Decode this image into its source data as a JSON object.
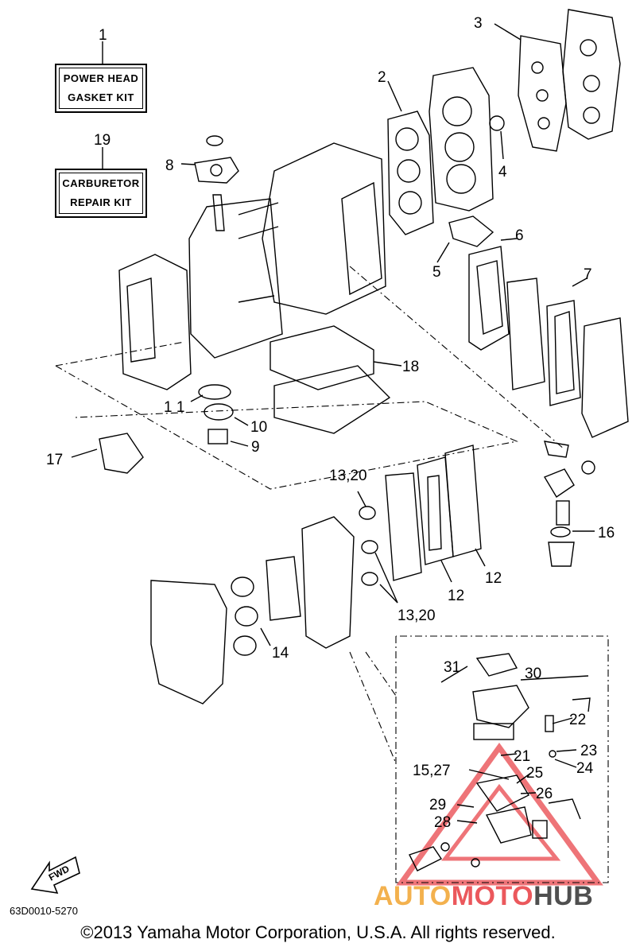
{
  "kits": {
    "power_head": {
      "number": "1",
      "line1": "POWER HEAD",
      "line2": "GASKET KIT"
    },
    "carburetor": {
      "number": "19",
      "line1": "CARBURETOR",
      "line2": "REPAIR KIT"
    }
  },
  "callouts": {
    "c2": "2",
    "c3": "3",
    "c4": "4",
    "c5": "5",
    "c6": "6",
    "c7": "7",
    "c8": "8",
    "c9": "9",
    "c10": "10",
    "c11": "1 1",
    "c12a": "12",
    "c12b": "12",
    "c13a": "13,20",
    "c13b": "13,20",
    "c14": "14",
    "c16": "16",
    "c17": "17",
    "c18": "18",
    "c21": "21",
    "c22": "22",
    "c23": "23",
    "c24": "24",
    "c25": "25",
    "c26": "26",
    "c15": "15,27",
    "c28": "28",
    "c29": "29",
    "c30": "30",
    "c31": "31"
  },
  "fwd_label": "FWD",
  "part_code": "63D0010-5270",
  "copyright": "©2013 Yamaha Motor Corporation, U.S.A. All rights reserved.",
  "watermark": {
    "part1": "AUTO",
    "part2": "MOTO",
    "part3": "HUB"
  },
  "colors": {
    "ink": "#000000",
    "watermark_orange": "#f2a93b",
    "watermark_red": "#e9464b",
    "watermark_dark": "#3c3c3c"
  }
}
